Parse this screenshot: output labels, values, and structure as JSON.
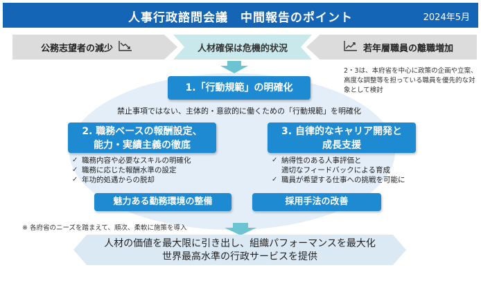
{
  "header": {
    "title": "人事行政諮問会議　中間報告のポイント",
    "date": "2024年5月"
  },
  "banners": {
    "left": "公務志望者の減少",
    "center": "人材確保は危機的状況",
    "right": "若年層職員の離職増加"
  },
  "note_right": "2・3は、本府省を中心に政策の企画や立案、高度な調整等を担っている職員を優先的な対象として検討",
  "point1": {
    "title": "1.「行動規範」の明確化",
    "description": "禁止事項ではない、主体的・意欲的に働くための「行動規範」を明確化"
  },
  "point2": {
    "title_line1": "2. 職務ベースの報酬設定、",
    "title_line2": "能力・実績主義の徹底",
    "checks": [
      "職務内容や必要なスキルの明確化",
      "職務に応じた報酬水準の設定",
      "年功的処遇からの脱却"
    ]
  },
  "point3": {
    "title_line1": "3. 自律的なキャリア開発と",
    "title_line2": "成長支援",
    "check1_line1": "納得性のある人事評価と",
    "check1_line2": "適切なフィードバックによる育成",
    "check2": "職員が希望する仕事への挑戦を可能に"
  },
  "env_box": "魅力ある勤務環境の整備",
  "recruit_box": "採用手法の改善",
  "footnote": "※ 各府省のニーズを踏まえて、順次、柔軟に施策を導入",
  "result": {
    "line1": "人材の価値を最大限に引き出し、組織パフォーマンスを最大化",
    "line2": "世界最高水準の行政サービスを提供"
  },
  "check_mark": "✓",
  "icons": {
    "left": "decline-chart-icon",
    "right": "increase-chart-icon"
  },
  "colors": {
    "header": "#1565b6",
    "box": "#1e8ad2",
    "arrow": "#6cc3d1",
    "ellipse": "#e3eef8"
  }
}
